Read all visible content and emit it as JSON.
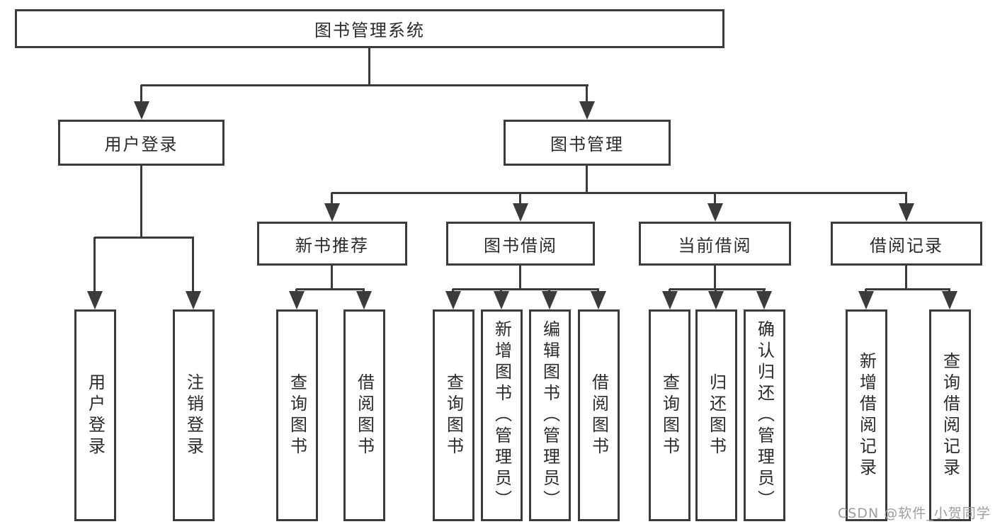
{
  "tree": {
    "root": {
      "label": "图书管理系统"
    },
    "children": [
      {
        "label": "用户登录",
        "children": [
          {
            "label": "用户登录"
          },
          {
            "label": "注销登录"
          }
        ]
      },
      {
        "label": "图书管理",
        "children": [
          {
            "label": "新书推荐",
            "children": [
              {
                "label": "查询图书"
              },
              {
                "label": "借阅图书"
              }
            ]
          },
          {
            "label": "图书借阅",
            "children": [
              {
                "label": "查询图书"
              },
              {
                "label": "新增图书（管理员）"
              },
              {
                "label": "编辑图书（管理员）"
              },
              {
                "label": "借阅图书"
              }
            ]
          },
          {
            "label": "当前借阅",
            "children": [
              {
                "label": "查询图书"
              },
              {
                "label": "归还图书"
              },
              {
                "label": "确认归还（管理员）"
              }
            ]
          },
          {
            "label": "借阅记录",
            "children": [
              {
                "label": "新增借阅记录"
              },
              {
                "label": "查询借阅记录"
              }
            ]
          }
        ]
      }
    ]
  },
  "watermark": {
    "text": "CSDN @软件_小贺同学"
  },
  "colors": {
    "line": "#3b3b3b",
    "text": "#2b2b2b",
    "watermark": "#9e9e9e",
    "background": "#ffffff"
  }
}
